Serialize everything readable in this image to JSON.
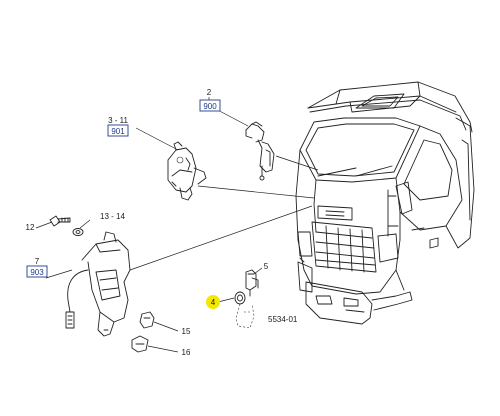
{
  "figure_code": "5534-01",
  "colors": {
    "highlight": "#f3e800",
    "ref_box": "#1f3a8a",
    "line": "#222222"
  },
  "callouts": [
    {
      "id": "c2",
      "label": "2",
      "ref": "900"
    },
    {
      "id": "c3",
      "label": "3 - 11",
      "ref": "901"
    },
    {
      "id": "c7",
      "label": "7",
      "ref": "903"
    },
    {
      "id": "c12",
      "label": "12",
      "ref": ""
    },
    {
      "id": "c13",
      "label": "13 - 14",
      "ref": ""
    },
    {
      "id": "c4",
      "label": "4",
      "ref": "",
      "highlighted": true
    },
    {
      "id": "c5",
      "label": "5",
      "ref": ""
    },
    {
      "id": "c15",
      "label": "15",
      "ref": ""
    },
    {
      "id": "c16",
      "label": "16",
      "ref": ""
    }
  ]
}
